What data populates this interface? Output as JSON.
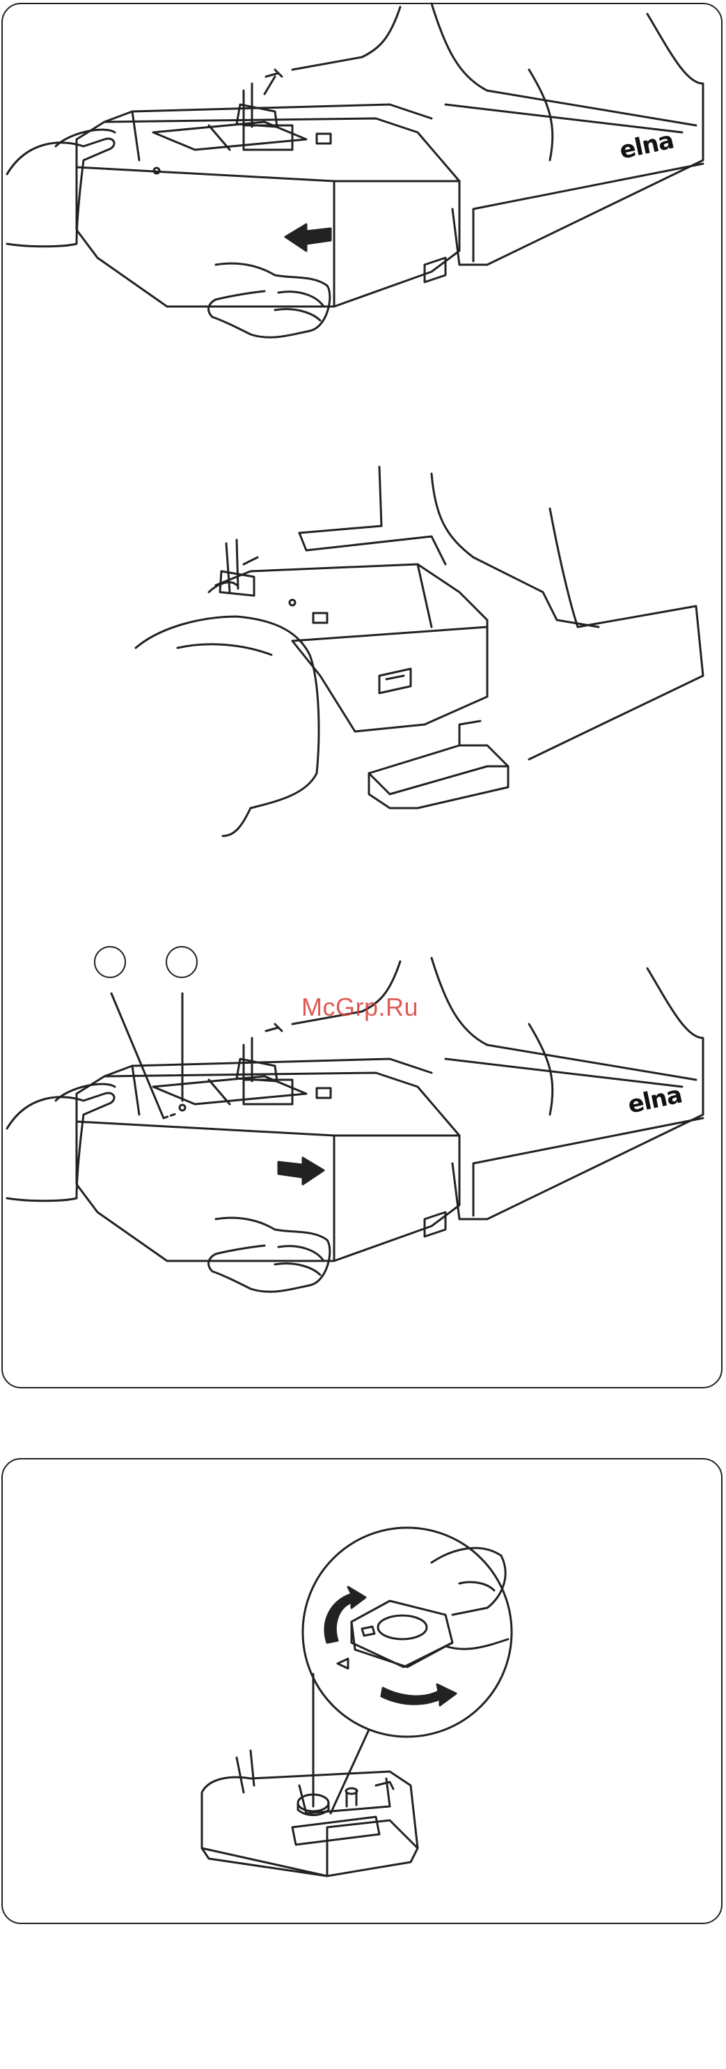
{
  "page": {
    "background": "#ffffff",
    "line_color": "#222222"
  },
  "figures": {
    "remove_bed": {
      "brand": "elna",
      "arrow_direction": "left"
    },
    "free_arm": {
      "brand": ""
    },
    "attach_bed": {
      "brand": "elna",
      "arrow_direction": "right",
      "callouts": [
        "",
        ""
      ]
    },
    "feed_dog_knob": {
      "rotation_arrows": [
        "up",
        "down"
      ]
    }
  },
  "watermark": {
    "text": "McGrp.Ru",
    "color": "#d6372f"
  }
}
